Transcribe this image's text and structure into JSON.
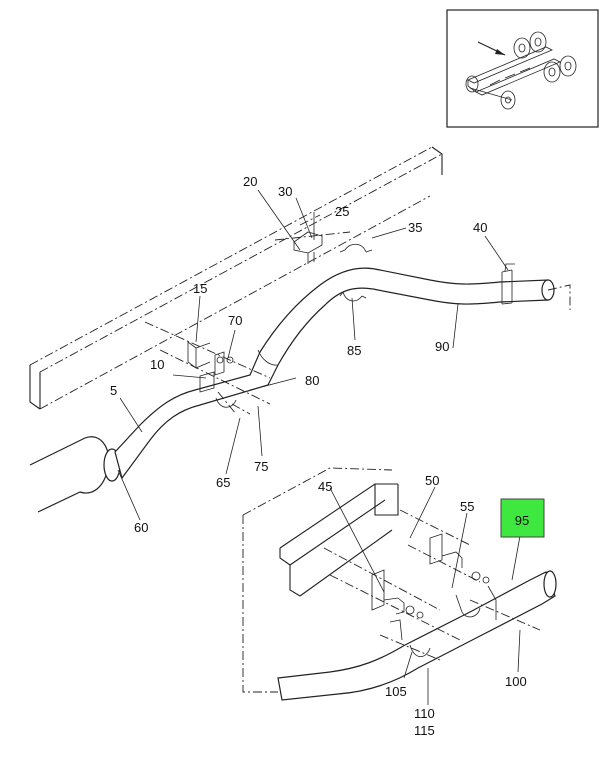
{
  "highlight": {
    "label": "95",
    "color": "#3ee83e"
  },
  "labels": {
    "p5": "5",
    "p10": "10",
    "p15": "15",
    "p20": "20",
    "p25": "25",
    "p30": "30",
    "p35": "35",
    "p40": "40",
    "p45": "45",
    "p50": "50",
    "p55": "55",
    "p60": "60",
    "p65": "65",
    "p70": "70",
    "p75": "75",
    "p80": "80",
    "p85": "85",
    "p90": "90",
    "p100": "100",
    "p105": "105",
    "p110": "110",
    "p115": "115"
  }
}
